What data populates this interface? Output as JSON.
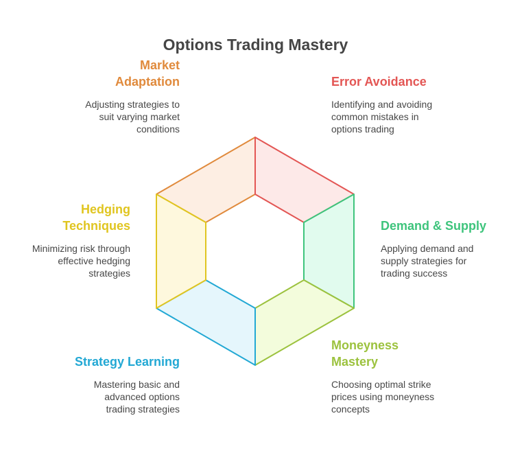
{
  "title": "Options Trading Mastery",
  "segments": [
    {
      "heading": "Market\nAdaptation",
      "description": "Adjusting strategies to\nsuit varying market\nconditions",
      "stroke": "#E08A3C",
      "fill": "#FDEEE3"
    },
    {
      "heading": "Error Avoidance",
      "description": "Identifying and avoiding\ncommon mistakes in\noptions trading",
      "stroke": "#E35654",
      "fill": "#FDE9E8"
    },
    {
      "heading": "Hedging\nTechniques",
      "description": "Minimizing risk through\neffective hedging\nstrategies",
      "stroke": "#E0C520",
      "fill": "#FEF8DD"
    },
    {
      "heading": "Demand & Supply",
      "description": "Applying demand and\nsupply strategies for\ntrading success",
      "stroke": "#3EC47C",
      "fill": "#E1FBEE"
    },
    {
      "heading": "Strategy Learning",
      "description": "Mastering basic and\nadvanced options\ntrading strategies",
      "stroke": "#22A8D4",
      "fill": "#E5F6FC"
    },
    {
      "heading": "Moneyness\nMastery",
      "description": "Choosing optimal strike\nprices using moneyness\nconcepts",
      "stroke": "#9CC23E",
      "fill": "#F3FCDC"
    }
  ]
}
